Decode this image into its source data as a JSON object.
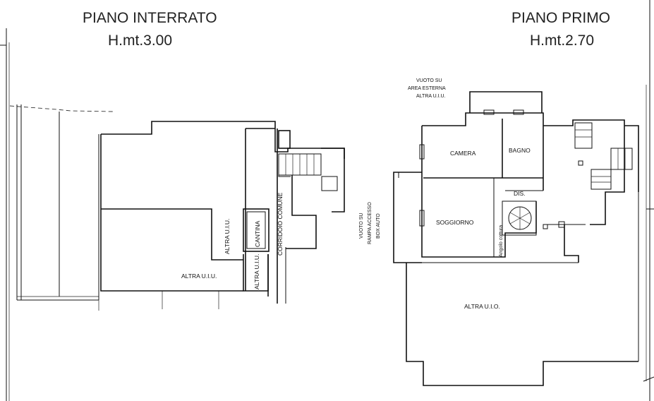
{
  "basement": {
    "title": "PIANO INTERRATO",
    "height": "H.mt.3.00",
    "rooms": {
      "altra_uiu_main": "ALTRA U.I.U.",
      "altra_uiu_left": "ALTRA U.I.U.",
      "altra_uiu_small": "ALTRA U.I.U.",
      "cantina": "CANTINA",
      "corridoio": "CORRIDOIO COMUNE"
    }
  },
  "first_floor": {
    "title": "PIANO PRIMO",
    "height": "H.mt.2.70",
    "notes": {
      "vuoto_esterna": [
        "VUOTO SU",
        "AREA ESTERNA",
        "ALTRA U.I.U."
      ],
      "vuoto_rampa": [
        "VUOTO SU",
        "RAMPA ACCESSO",
        "BOX AUTO"
      ]
    },
    "rooms": {
      "camera": "CAMERA",
      "bagno": "BAGNO",
      "dis": "DIS.",
      "soggiorno": "SOGGIORNO",
      "angolo_cottura": "Angolo cottura",
      "altra_uiu": "ALTRA U.I.O."
    }
  }
}
